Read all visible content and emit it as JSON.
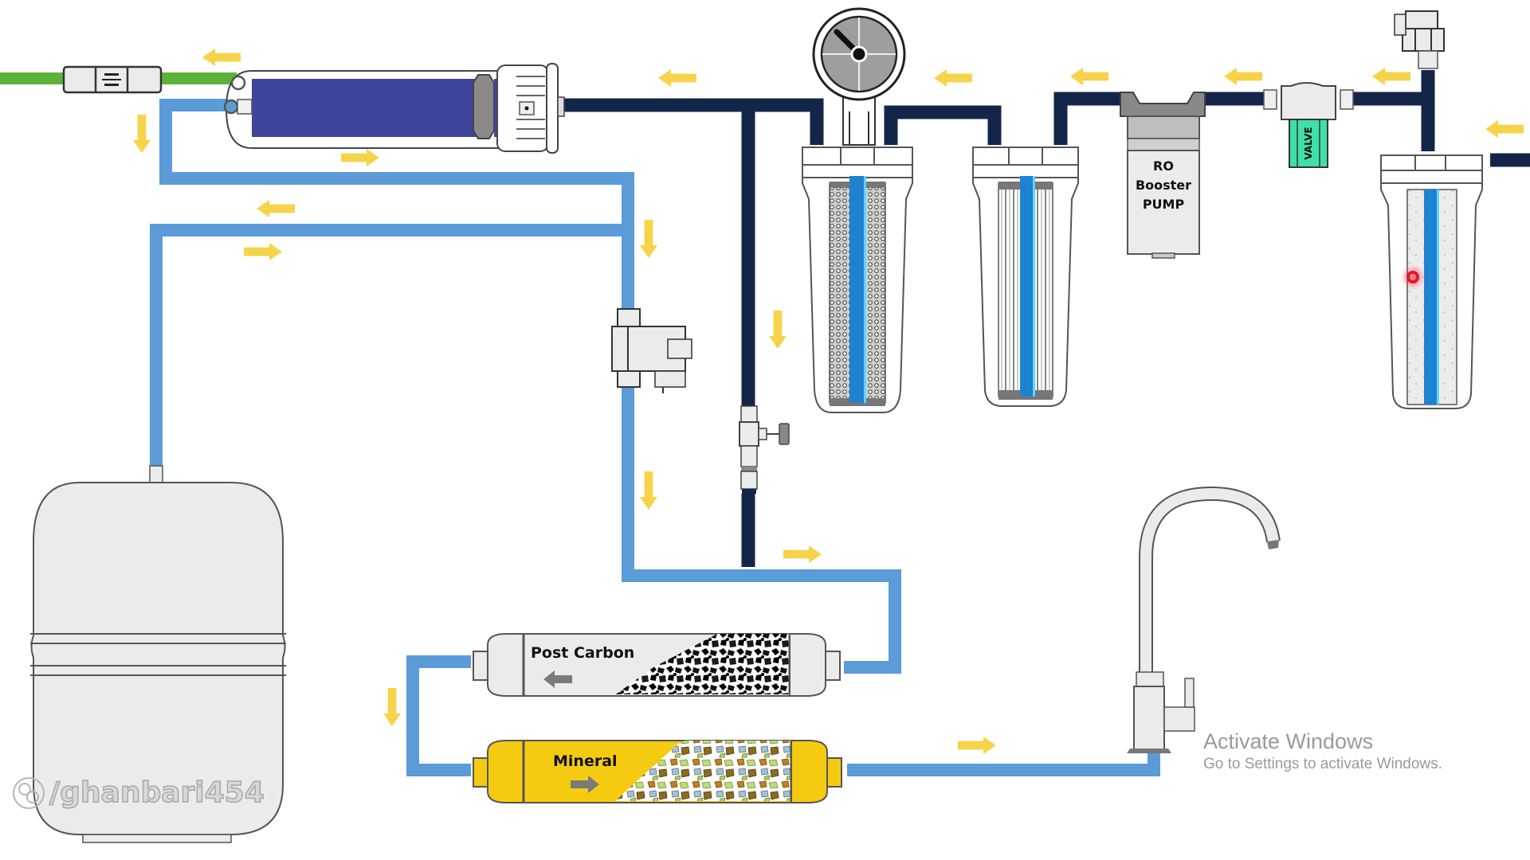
{
  "diagram": {
    "title": "Reverse Osmosis Water Purification System Flow",
    "colors": {
      "feed_pipe": "#14254a",
      "product_pipe": "#5b9bd8",
      "drain_pipe": "#5db33a",
      "flow_arrow": "#f7d34a",
      "membrane": "#3f459b",
      "cartridge_core": "#1f82d0",
      "valve_green": "#3fe0a8",
      "mineral_yellow": "#f5cb12",
      "housing_fill": "#f1f1f1",
      "housing_stroke": "#555555",
      "cursor_marker": "#e0192b"
    },
    "components": {
      "flow_restrictor": {
        "label": ""
      },
      "ro_membrane": {
        "label": ""
      },
      "pressure_gauge": {
        "label": "",
        "needle_angle_deg": -45
      },
      "filter_stage_3": {
        "label": "",
        "media": "carbon block"
      },
      "filter_stage_2": {
        "label": "",
        "media": "pleated"
      },
      "booster_pump": {
        "line1": "RO",
        "line2": "Booster",
        "line3": "PUMP"
      },
      "inlet_valve": {
        "label": "VALVE"
      },
      "filter_stage_1": {
        "label": "",
        "media": "sediment"
      },
      "auto_shutoff_valve": {
        "label": ""
      },
      "tank_ball_valve": {
        "label": ""
      },
      "storage_tank": {
        "label": ""
      },
      "post_carbon": {
        "label": "Post Carbon"
      },
      "mineral": {
        "label": "Mineral"
      },
      "faucet": {
        "label": ""
      },
      "feed_solenoid": {
        "label": ""
      }
    }
  },
  "overlay": {
    "activate_title": "Activate Windows",
    "activate_subtitle": "Go to Settings to activate Windows.",
    "watermark": "/ghanbari454"
  }
}
